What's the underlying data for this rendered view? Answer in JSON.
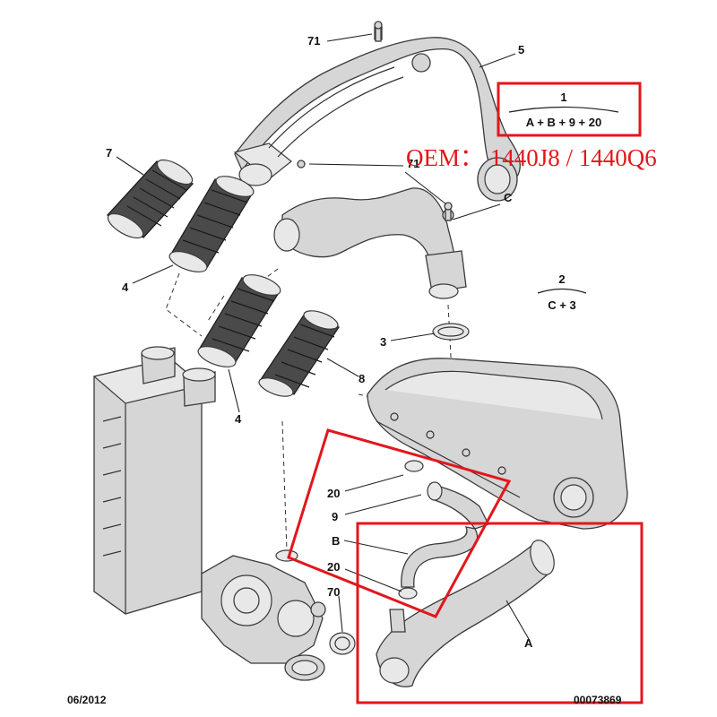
{
  "callouts": {
    "c71_top": "71",
    "c5": "5",
    "c7": "7",
    "c71_mid": "71",
    "cC": "C",
    "c4_left": "4",
    "c2": "2",
    "c3": "3",
    "c8": "8",
    "c4_bottom": "4",
    "c20_top": "20",
    "c9": "9",
    "cB": "B",
    "c20_bottom": "20",
    "c70": "70",
    "cA": "A"
  },
  "formula_1": {
    "numerator": "1",
    "denominator": "A + B + 9 + 20"
  },
  "formula_2": {
    "numerator": "2",
    "denominator": "C + 3"
  },
  "oem_note": "OEM：  1440J8 / 1440Q6",
  "footer": {
    "date": "06/2012",
    "doc_number": "00073869"
  },
  "colors": {
    "highlight": "#e3161b",
    "hose": "#4a4a4a",
    "part": "#d6d6d6"
  }
}
